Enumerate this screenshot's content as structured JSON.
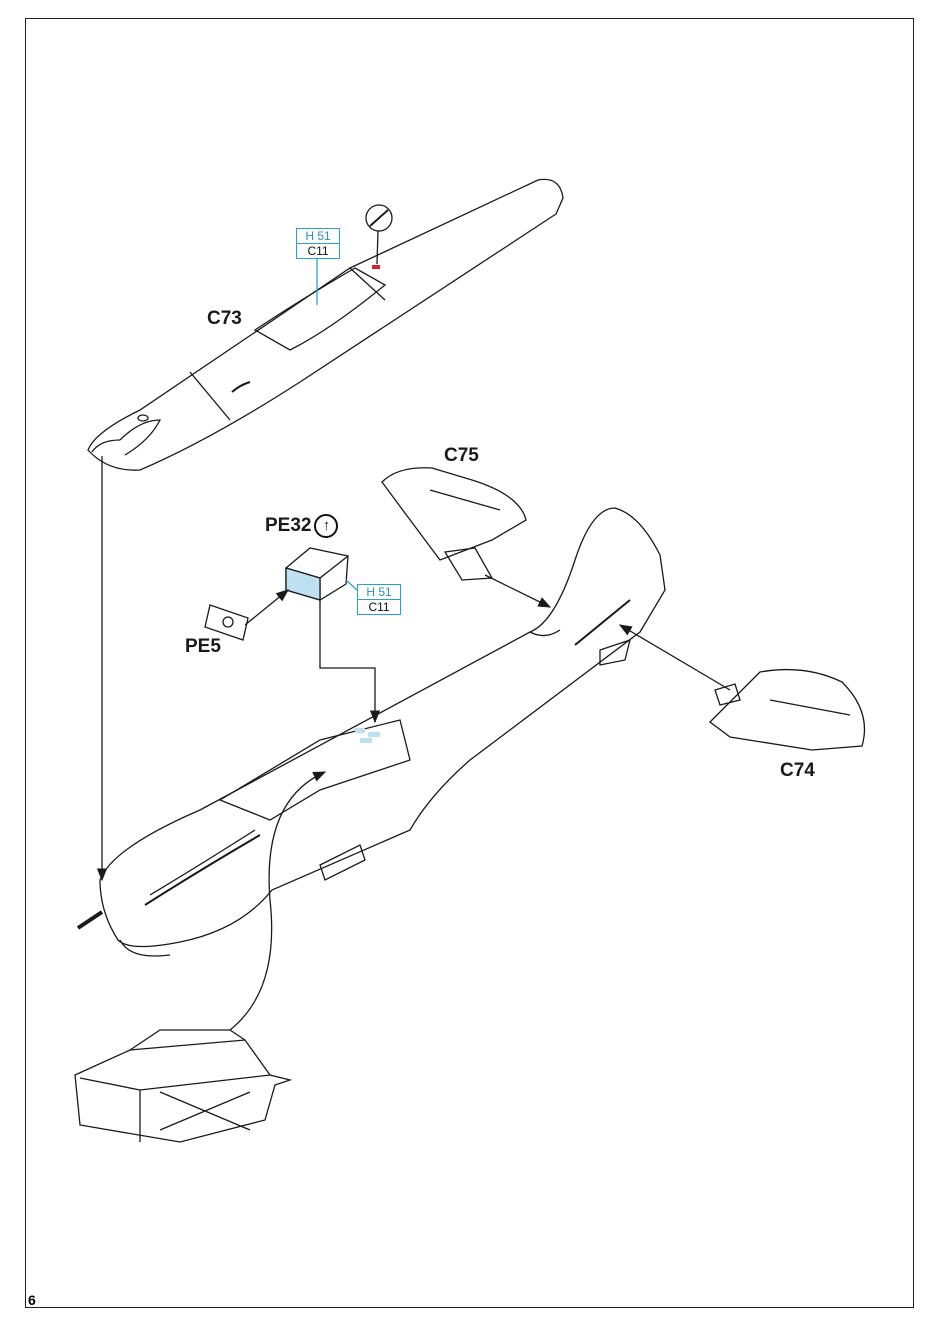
{
  "page_number": "6",
  "labels": {
    "fuselage_top": "C73",
    "stabilizer_left": "C75",
    "stabilizer_right": "C74",
    "photoetch_box": "PE32",
    "photoetch_panel": "PE5"
  },
  "callouts": [
    {
      "paint": "H 51",
      "color_code": "C11"
    },
    {
      "paint": "H 51",
      "color_code": "C11"
    }
  ],
  "icons": {
    "pe32_bend": "bend-up-arrow-icon",
    "magnifier": "cut-detail-knife-icon"
  },
  "colors": {
    "callout_blue": "#2aa0d0",
    "paint_fill": "#bfe0f2",
    "cut_mark": "#e0202a",
    "line": "#1a1a1a"
  }
}
